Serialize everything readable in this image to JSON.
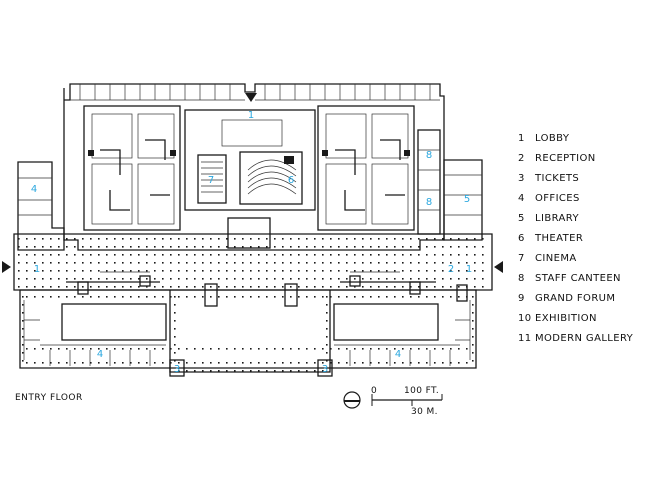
{
  "floor_label": "ENTRY FLOOR",
  "legend": [
    {
      "num": "1",
      "label": "LOBBY"
    },
    {
      "num": "2",
      "label": "RECEPTION"
    },
    {
      "num": "3",
      "label": "TICKETS"
    },
    {
      "num": "4",
      "label": "OFFICES"
    },
    {
      "num": "5",
      "label": "LIBRARY"
    },
    {
      "num": "6",
      "label": "THEATER"
    },
    {
      "num": "7",
      "label": "CINEMA"
    },
    {
      "num": "8",
      "label": "STAFF CANTEEN"
    },
    {
      "num": "9",
      "label": "GRAND FORUM"
    },
    {
      "num": "10",
      "label": "EXHIBITION"
    },
    {
      "num": "11",
      "label": "MODERN GALLERY"
    }
  ],
  "plan_labels": {
    "lobby_north": "1",
    "lobby_west": "1",
    "lobby_east": "1",
    "reception_east": "2",
    "tickets_west": "3",
    "tickets_east": "3",
    "offices_west": "4",
    "offices_sw": "4",
    "offices_se": "4",
    "library": "5",
    "theater": "6",
    "cinema": "7",
    "canteen_north": "8",
    "canteen_south": "8"
  },
  "scale": {
    "zero": "0",
    "feet": "100 FT.",
    "meters": "30 M."
  },
  "colors": {
    "number_accent": "#2aa7df",
    "line": "#1a1a1a"
  }
}
